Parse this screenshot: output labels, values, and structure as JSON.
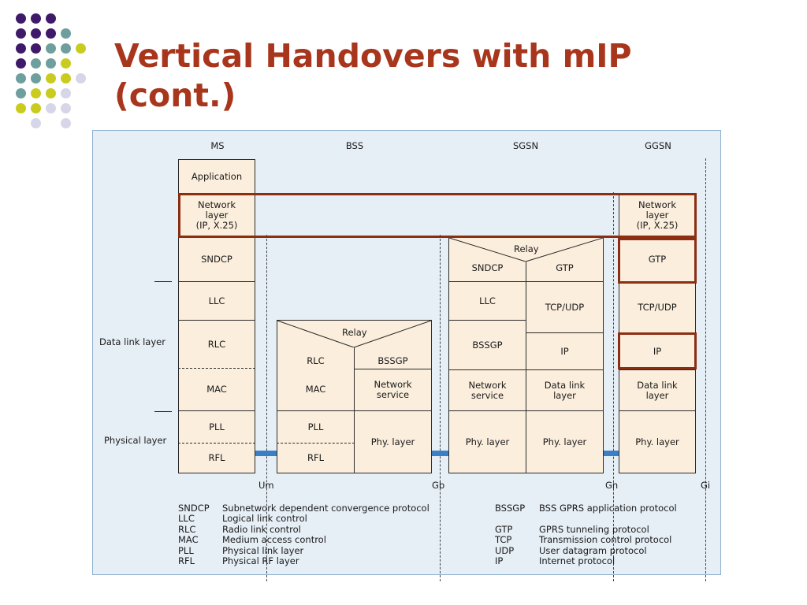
{
  "title": {
    "line1": "Vertical Handovers with mIP",
    "line2": "(cont.)"
  },
  "colors": {
    "accent": "#a8361d",
    "highlight": "#8b2e12",
    "cell_fill": "#fbeedd",
    "panel_fill": "#e6eef6",
    "link": "#3b7fc4",
    "dot_purple": "#3f1a6b",
    "dot_teal": "#6e9e9e",
    "dot_yellow": "#c9cc1e",
    "dot_lavender": "#d6d6e8"
  },
  "diagram": {
    "nodes": {
      "ms": "MS",
      "bss": "BSS",
      "sgsn": "SGSN",
      "ggsn": "GGSN"
    },
    "side_labels": {
      "data_link": "Data link layer",
      "physical": "Physical layer"
    },
    "interfaces": {
      "um": "Um",
      "gb": "Gb",
      "gn": "Gn",
      "gi": "Gi"
    },
    "ms": {
      "application": "Application",
      "network": "Network\nlayer\n(IP, X.25)",
      "sndcp": "SNDCP",
      "llc": "LLC",
      "rlc": "RLC",
      "mac": "MAC",
      "pll": "PLL",
      "rfl": "RFL"
    },
    "bss": {
      "relay": "Relay",
      "rlc": "RLC",
      "bssgp": "BSSGP",
      "mac": "MAC",
      "network_service": "Network\nservice",
      "pll": "PLL",
      "rfl": "RFL",
      "phy": "Phy. layer"
    },
    "sgsn": {
      "relay": "Relay",
      "sndcp": "SNDCP",
      "gtp": "GTP",
      "llc": "LLC",
      "tcpudp": "TCP/UDP",
      "bssgp": "BSSGP",
      "ip": "IP",
      "network_service": "Network\nservice",
      "data_link": "Data link\nlayer",
      "phy_left": "Phy. layer",
      "phy_right": "Phy. layer"
    },
    "ggsn": {
      "network": "Network\nlayer\n(IP, X.25)",
      "gtp": "GTP",
      "tcpudp": "TCP/UDP",
      "ip": "IP",
      "data_link": "Data link\nlayer",
      "phy": "Phy. layer"
    }
  },
  "legend": {
    "left": [
      {
        "abbr": "SNDCP",
        "text": "Subnetwork dependent convergence protocol"
      },
      {
        "abbr": "LLC",
        "text": "Logical link control"
      },
      {
        "abbr": "RLC",
        "text": "Radio link control"
      },
      {
        "abbr": "MAC",
        "text": "Medium access control"
      },
      {
        "abbr": "PLL",
        "text": "Physical link layer"
      },
      {
        "abbr": "RFL",
        "text": "Physical RF layer"
      }
    ],
    "right": [
      {
        "abbr": "BSSGP",
        "text": "BSS GPRS application protocol"
      },
      {
        "abbr": "",
        "text": ""
      },
      {
        "abbr": "GTP",
        "text": "GPRS tunneling protocol"
      },
      {
        "abbr": "TCP",
        "text": "Transmission control protocol"
      },
      {
        "abbr": "UDP",
        "text": "User datagram protocol"
      },
      {
        "abbr": "IP",
        "text": "Internet protocol"
      }
    ]
  }
}
